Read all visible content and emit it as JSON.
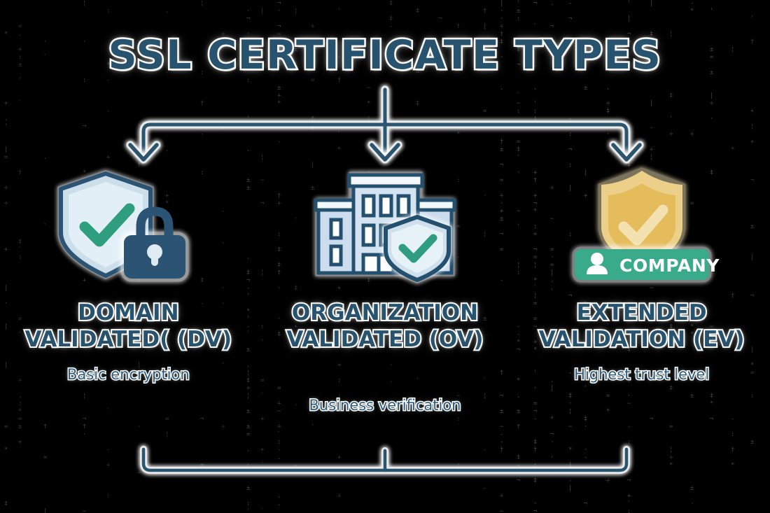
{
  "page": {
    "title": "SSL CERTIFICATE TYPES",
    "background_color": "#000000",
    "accent_navy": "#28536f",
    "accent_green": "#2e9e7e",
    "accent_gold": "#e5bc5c",
    "shield_fill": "#e0eef5",
    "badge_green": "#3aab8a",
    "outline_white": "#ffffff"
  },
  "diagram": {
    "top_connector_name": "top-branch-connector",
    "bottom_connector_name": "bottom-bracket-connector",
    "arrow_count": 3
  },
  "certificates": [
    {
      "id": "dv",
      "icon": "shield-check-padlock-icon",
      "title": "DOMAIN VALIDATED( (DV)",
      "subtitle": "Basic encryption",
      "badge": null
    },
    {
      "id": "ov",
      "icon": "office-building-shield-icon",
      "title": "ORGANIZATION VALIDATED (OV)",
      "subtitle": "Business verification",
      "badge": null
    },
    {
      "id": "ev",
      "icon": "gold-shield-check-icon",
      "title": "EXTENDED VALIDATION (EV)",
      "subtitle": "Highest trust level",
      "badge": "COMPANY"
    }
  ]
}
